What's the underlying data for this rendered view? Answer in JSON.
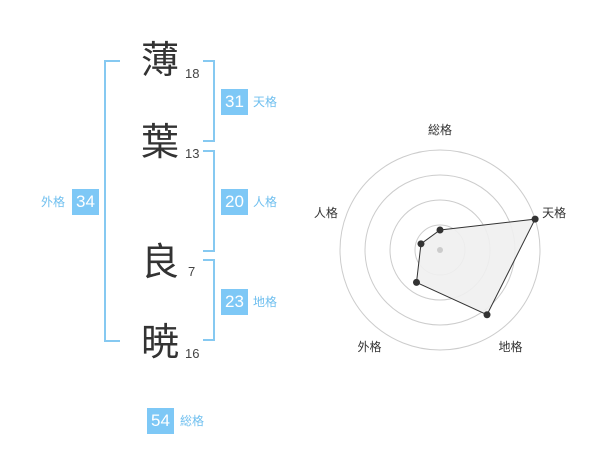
{
  "name": {
    "chars": [
      {
        "char": "薄",
        "strokes": "18"
      },
      {
        "char": "葉",
        "strokes": "13"
      },
      {
        "char": "良",
        "strokes": "7"
      },
      {
        "char": "暁",
        "strokes": "16"
      }
    ]
  },
  "kaku": {
    "ten": {
      "value": "31",
      "label": "天格"
    },
    "jin": {
      "value": "20",
      "label": "人格"
    },
    "chi": {
      "value": "23",
      "label": "地格"
    },
    "gai": {
      "value": "34",
      "label": "外格"
    },
    "sou": {
      "value": "54",
      "label": "総格"
    }
  },
  "chart_data": {
    "type": "radar",
    "axes": [
      "総格",
      "天格",
      "地格",
      "外格",
      "人格"
    ],
    "values": [
      1,
      5,
      4,
      2,
      1
    ],
    "max": 5,
    "rings": 4,
    "colors": {
      "fill": "#f0f0f0",
      "line": "#333333",
      "ring": "#cccccc",
      "dot": "#333333"
    }
  }
}
